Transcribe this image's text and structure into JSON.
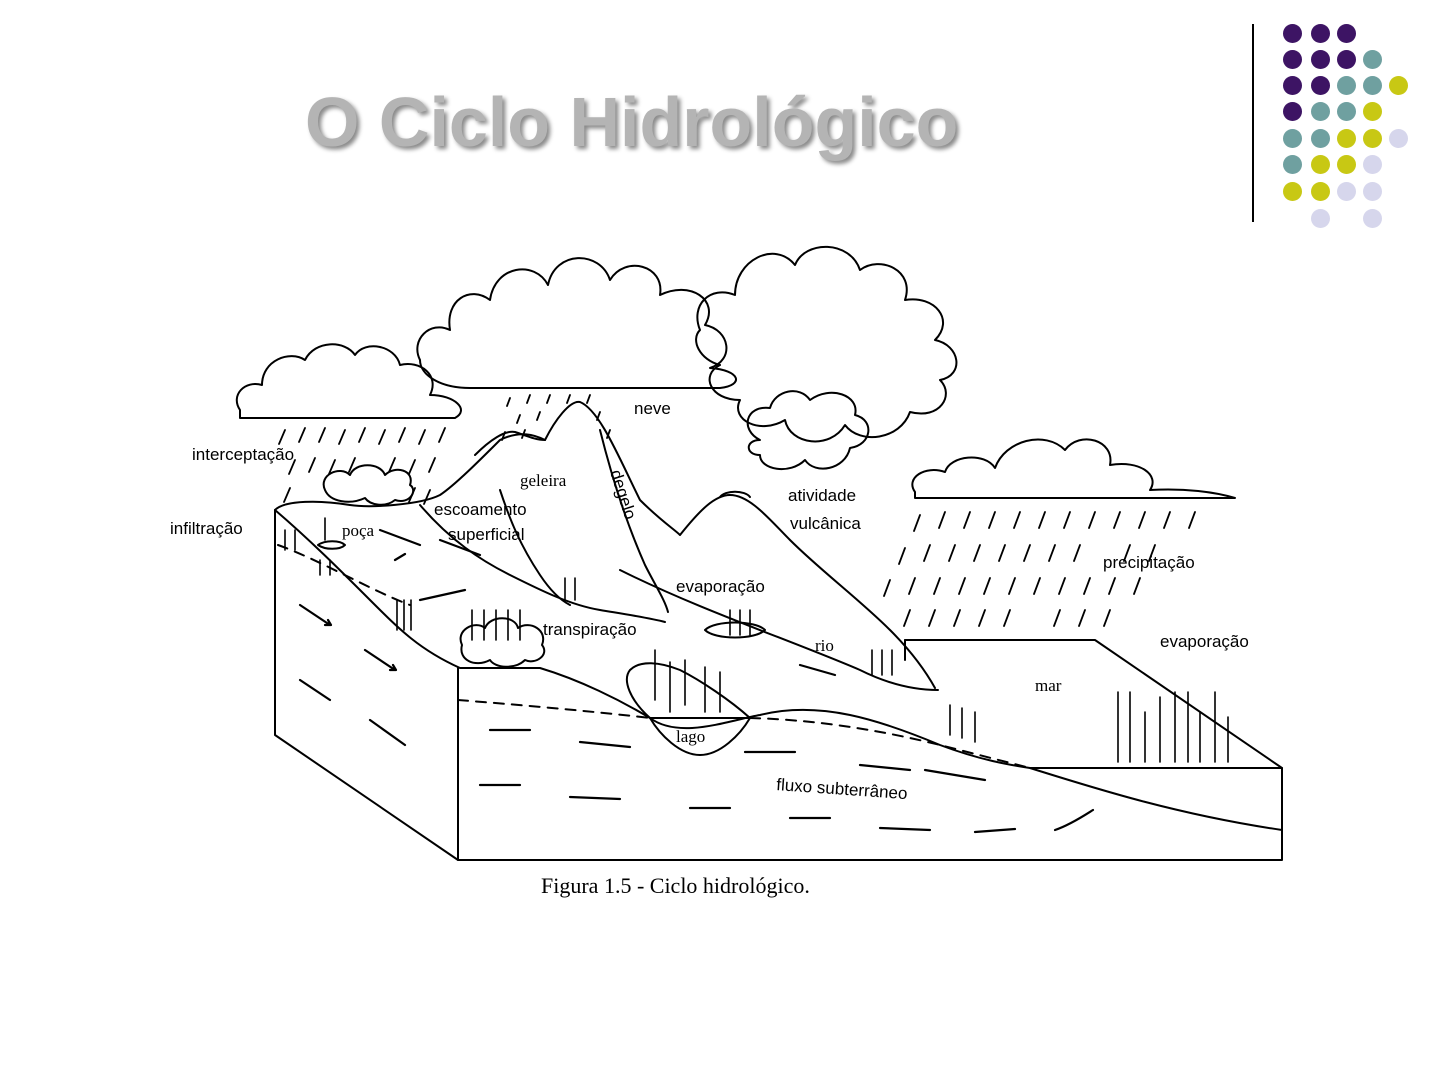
{
  "slide": {
    "title": "O Ciclo Hidrológico",
    "colors": {
      "purple": "#3d1464",
      "teal": "#6fa0a0",
      "olive": "#c8c814",
      "lavender": "#d6d6ec",
      "title_gray": "#b4b4b4"
    }
  },
  "diagram": {
    "labels": {
      "neve": "neve",
      "interceptacao": "interceptação",
      "geleira": "geleira",
      "degelo": "degelo",
      "atividade": "atividade",
      "vulcanica": "vulcânica",
      "infiltracao": "infiltração",
      "poca": "poça",
      "escoamento": "escoamento",
      "superficial": "superficial",
      "evaporacao_lago": "evaporação",
      "precipitacao": "precipitação",
      "transpiracao": "transpiração",
      "rio": "rio",
      "evaporacao_mar": "evaporação",
      "mar": "mar",
      "lago": "lago",
      "fluxo": "fluxo subterrâneo"
    },
    "caption": "Figura 1.5 - Ciclo hidrológico."
  }
}
